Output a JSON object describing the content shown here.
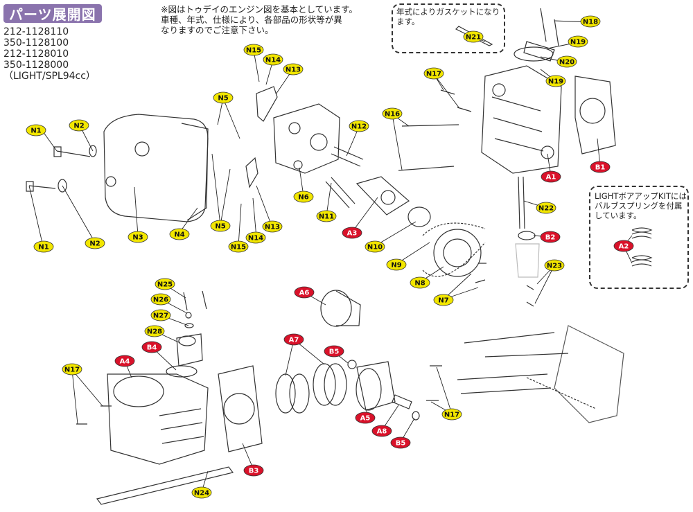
{
  "title": "パーツ展開図",
  "part_numbers": [
    "212-1128110",
    "350-1128100",
    "212-1128010",
    "350-1128000",
    "（LIGHT/SPL94cc）"
  ],
  "note_lines": [
    "※図はトゥデイのエンジン図を基本としています。",
    "車種、年式、仕様により、各部品の形状等が異",
    "なりますのでご注意下さい。"
  ],
  "gasket_note_lines": [
    "年式によりガスケットになり",
    "ます。"
  ],
  "bore_kit_note_lines": [
    "LIGHTボアアップKITには",
    "バルブスプリングを付属",
    "しています。"
  ],
  "colors": {
    "yellow_badge": "#f2e600",
    "red_badge": "#d9122a",
    "title_bg": "#8a73ad"
  },
  "labels": {
    "N1a": "N1",
    "N1b": "N1",
    "N2a": "N2",
    "N2b": "N2",
    "N3": "N3",
    "N4": "N4",
    "N5a": "N5",
    "N5b": "N5",
    "N6": "N6",
    "N7": "N7",
    "N8": "N8",
    "N9": "N9",
    "N10": "N10",
    "N11": "N11",
    "N12": "N12",
    "N13a": "N13",
    "N13b": "N13",
    "N14a": "N14",
    "N14b": "N14",
    "N15a": "N15",
    "N15b": "N15",
    "N16": "N16",
    "N17a": "N17",
    "N17b": "N17",
    "N17c": "N17",
    "N18": "N18",
    "N19a": "N19",
    "N19b": "N19",
    "N20": "N20",
    "N21": "N21",
    "N22": "N22",
    "N23": "N23",
    "N24": "N24",
    "N25": "N25",
    "N26": "N26",
    "N27": "N27",
    "N28": "N28",
    "A1": "A1",
    "A2": "A2",
    "A3": "A3",
    "A4": "A4",
    "A5": "A5",
    "A6": "A6",
    "A7": "A7",
    "A8": "A8",
    "B1": "B1",
    "B2": "B2",
    "B3": "B3",
    "B4": "B4",
    "B5a": "B5",
    "B5b": "B5"
  }
}
